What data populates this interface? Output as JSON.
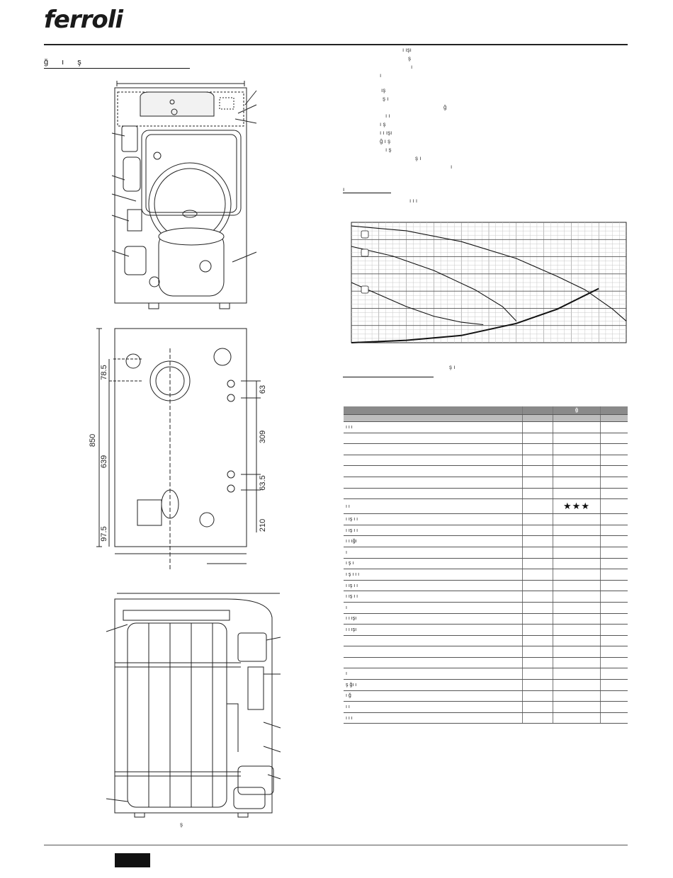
{
  "header": {
    "brand": "ferroli"
  },
  "section_title": "ğ ı ş",
  "right_text_lines": [
    "ı ışı",
    "ş",
    "ı",
    "ı",
    "ış",
    "ş ı",
    "ğ",
    "ı ı",
    "ı ş",
    "ı ı ışı",
    "ğ ı ş",
    "ı ş",
    "ş ı",
    "ı"
  ],
  "subheading": "ı",
  "subheading_text": "ı ı ı",
  "chart_caption": "ş ı",
  "subheading2": "",
  "dimensions": {
    "d78_5": "78.5",
    "d850": "850",
    "d639": "639",
    "d97_5": "97.5",
    "d63": "63",
    "d309": "309",
    "d63_5": "63.5",
    "d210": "210"
  },
  "bottom_caption": "ş",
  "table": {
    "header_col3": "ğ",
    "rows": [
      "ı ı ı",
      "",
      "",
      "",
      "",
      "",
      "",
      "ı ı",
      "ı ış ı ı",
      "ı ış ı ı",
      "ı ı ığı",
      "ı",
      "ı ş ı",
      "ı ş ı ı ı",
      "ı ış ı ı",
      "ı ış ı ı",
      "ı",
      "ı ı ışı",
      "ı ı ışı",
      "",
      "",
      "",
      "ı",
      "ş ğı ı",
      "ı ğ",
      "ı ı",
      "ı ı ı"
    ],
    "stars": "★★★"
  },
  "chart_data": {
    "type": "line",
    "series": [
      {
        "values": [
          [
            0,
            97
          ],
          [
            20,
            93
          ],
          [
            40,
            84
          ],
          [
            60,
            70
          ],
          [
            75,
            55
          ],
          [
            85,
            44
          ],
          [
            95,
            28
          ],
          [
            100,
            18
          ]
        ]
      },
      {
        "values": [
          [
            0,
            80
          ],
          [
            15,
            72
          ],
          [
            30,
            60
          ],
          [
            45,
            44
          ],
          [
            55,
            30
          ],
          [
            60,
            18
          ]
        ]
      },
      {
        "values": [
          [
            0,
            50
          ],
          [
            10,
            40
          ],
          [
            20,
            30
          ],
          [
            30,
            22
          ],
          [
            40,
            17
          ],
          [
            48,
            15
          ]
        ]
      },
      {
        "values": [
          [
            0,
            0
          ],
          [
            20,
            2
          ],
          [
            40,
            6
          ],
          [
            60,
            16
          ],
          [
            75,
            28
          ],
          [
            90,
            45
          ]
        ]
      }
    ],
    "xlim": [
      0,
      100
    ],
    "ylim": [
      0,
      100
    ],
    "grid": true
  }
}
